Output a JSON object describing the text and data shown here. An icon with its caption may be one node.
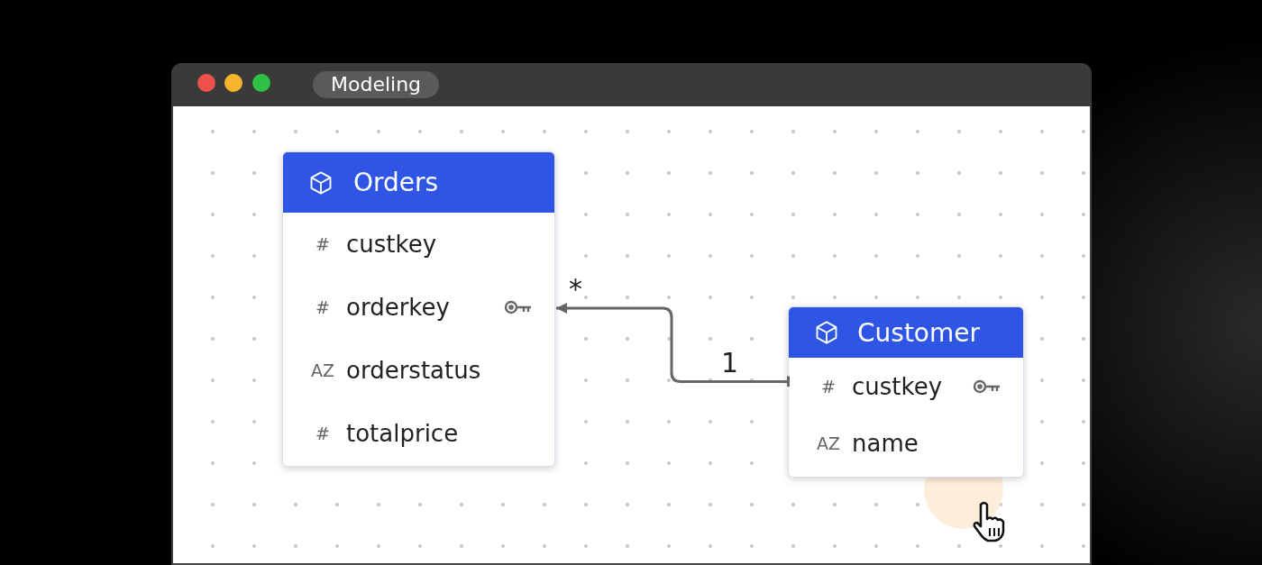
{
  "diagram": {
    "nodes": [
      {
        "text": [
          "Orders"
        ]
      },
      {
        "text": [
          "#",
          "custkey"
        ],
        "in": 0
      },
      {
        "text": [
          "#",
          "orderkey"
        ],
        "in": 0
      },
      {
        "text": [
          "AZ",
          "orderstatus"
        ],
        "in": 0
      },
      {
        "text": [
          "#",
          "totalprice"
        ],
        "in": 0
      },
      {
        "text": [
          "Customer"
        ]
      },
      {
        "text": [
          "#",
          "custkey"
        ],
        "in": 5
      },
      {
        "text": [
          "AZ",
          "name"
        ],
        "in": 5
      }
    ],
    "edges": [
      {
        "from": 6,
        "to": 2,
        "arrow": "to"
      }
    ],
    "labels": [
      "Modeling",
      "*",
      "1"
    ]
  }
}
